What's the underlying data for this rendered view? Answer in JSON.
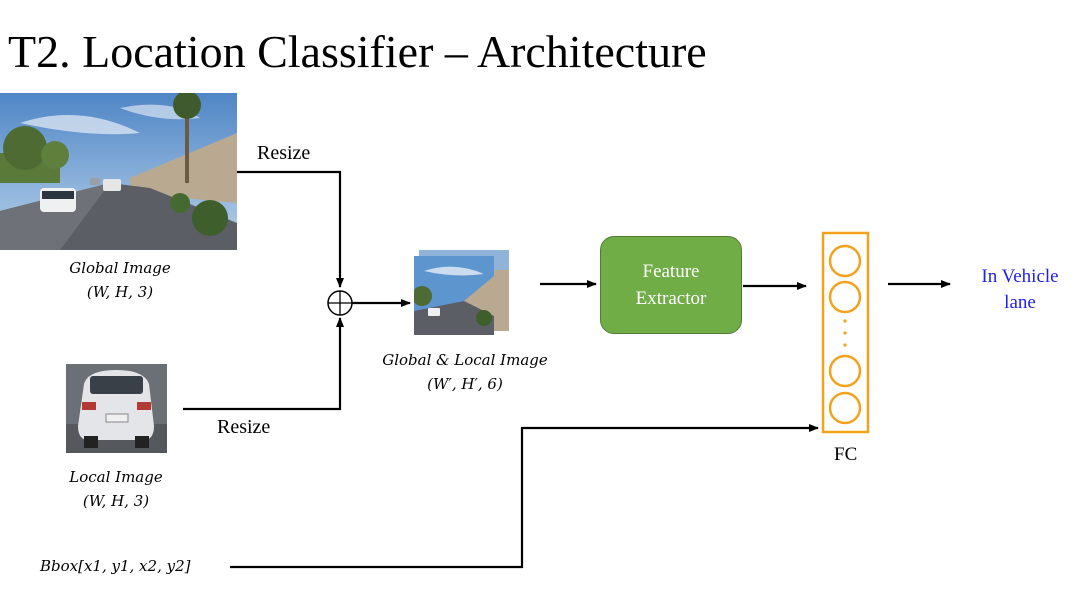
{
  "title": "T2. Location Classifier – Architecture",
  "labels": {
    "resize_top": "Resize",
    "resize_bottom": "Resize",
    "fc": "FC"
  },
  "global_image": {
    "caption_name": "Global Image",
    "caption_dims": "(W, H, 3)"
  },
  "local_image": {
    "caption_name": "Local Image",
    "caption_dims": "(W, H, 3)"
  },
  "combined_image": {
    "caption_name": "Global & Local Image",
    "caption_dims": "(W′, H′, 6)"
  },
  "feature_extractor": {
    "line1": "Feature",
    "line2": "Extractor"
  },
  "output": {
    "line1": "In Vehicle",
    "line2": "lane"
  },
  "bbox_label": "Bbox[x1, y1, x2, y2]",
  "colors": {
    "feature_fill": "#70ad47",
    "fc_orange": "#f4a21b",
    "output_text": "#1f1fe8",
    "arrow": "#000000"
  }
}
